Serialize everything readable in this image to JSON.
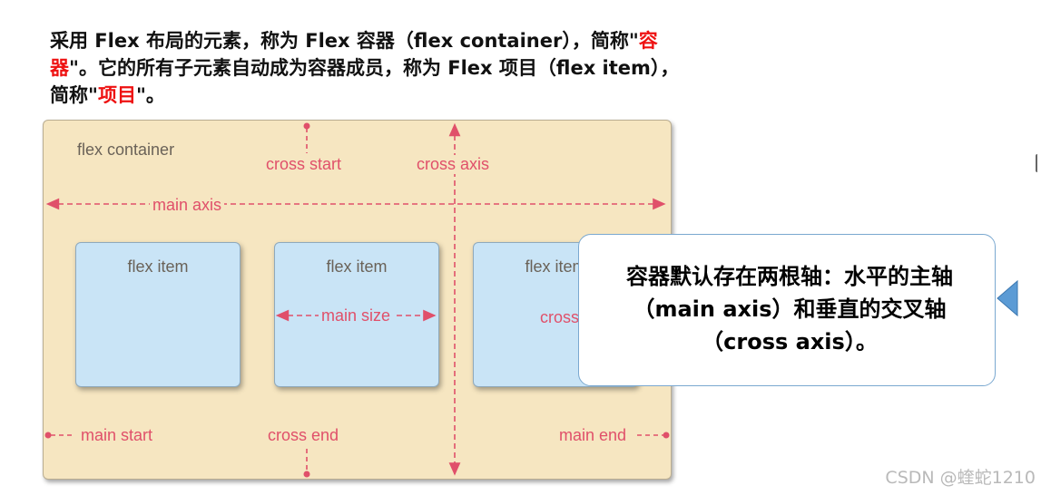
{
  "intro": {
    "part1": "采用 Flex 布局的元素，称为 Flex 容器（flex container），简称\"",
    "highlight1": "容器",
    "part2": "\"。它的所有子元素自动成为容器成员，称为 Flex 项目（flex item），简称\"",
    "highlight2": "项目",
    "part3": "\"。",
    "highlight_color": "#ee1111"
  },
  "diagram": {
    "container_label": "flex container",
    "cross_start": "cross start",
    "cross_axis": "cross axis",
    "main_axis": "main axis",
    "items": [
      {
        "label": "flex item"
      },
      {
        "label": "flex item"
      },
      {
        "label": "flex item"
      }
    ],
    "main_size": "main size",
    "cross_size_partial": "cross",
    "main_start": "main start",
    "cross_end": "cross end",
    "main_end": "main end",
    "colors": {
      "container": "#f6e6c1",
      "item": "#c9e4f6",
      "axis": "#e0506a"
    }
  },
  "callout": {
    "text": "容器默认存在两根轴：水平的主轴（main axis）和垂直的交叉轴（cross axis）。"
  },
  "watermark": "CSDN @蝰蛇1210"
}
